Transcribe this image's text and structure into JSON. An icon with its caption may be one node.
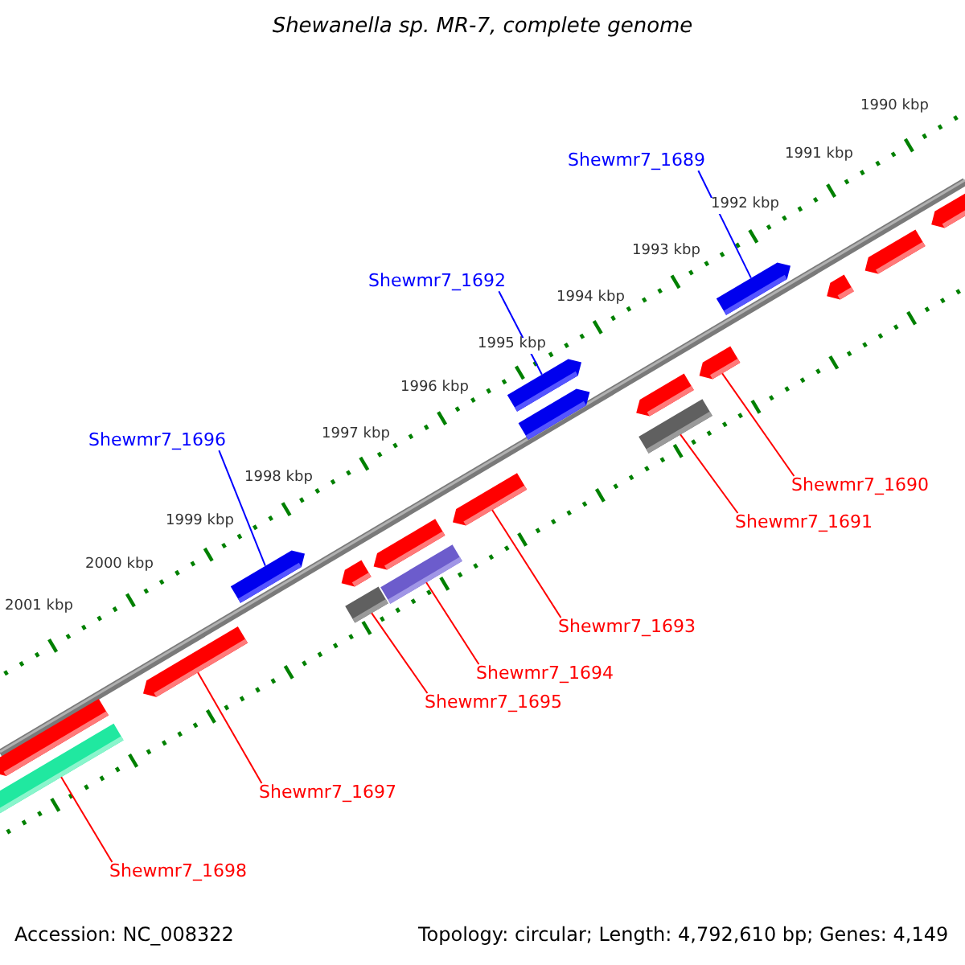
{
  "diagram": {
    "title": "Shewanella sp. MR-7, complete genome",
    "nodes": [
      {
        "text": [
          "Shewmr7_1689"
        ]
      },
      {
        "text": [
          "Shewmr7_1692"
        ]
      },
      {
        "text": [
          "Shewmr7_1696"
        ]
      },
      {
        "text": [
          "Shewmr7_1690"
        ]
      },
      {
        "text": [
          "Shewmr7_1691"
        ]
      },
      {
        "text": [
          "Shewmr7_1693"
        ]
      },
      {
        "text": [
          "Shewmr7_1694"
        ]
      },
      {
        "text": [
          "Shewmr7_1695"
        ]
      },
      {
        "text": [
          "Shewmr7_1697"
        ]
      },
      {
        "text": [
          "Shewmr7_1698"
        ]
      },
      {
        "text": [],
        "shape": "bar"
      },
      {
        "text": [],
        "shape": "bar"
      },
      {
        "text": [],
        "shape": "bar"
      },
      {
        "text": [],
        "shape": "bar"
      },
      {
        "text": [],
        "shape": "bar"
      },
      {
        "text": [],
        "shape": "bar"
      },
      {
        "text": [],
        "shape": "bar"
      },
      {
        "text": [],
        "shape": "bar"
      },
      {
        "text": [],
        "shape": "bar"
      },
      {
        "text": [],
        "shape": "bar"
      },
      {
        "text": [],
        "shape": "bar"
      },
      {
        "text": [],
        "shape": "bar"
      },
      {
        "text": [],
        "shape": "bar"
      },
      {
        "text": [],
        "shape": "bar"
      },
      {
        "text": [],
        "shape": "bar"
      },
      {
        "text": [],
        "shape": "bar"
      },
      {
        "text": [],
        "shape": "bar"
      },
      {
        "text": [],
        "shape": "bar"
      }
    ],
    "edges": [
      {
        "from": 0,
        "to": 24,
        "arrow": "none",
        "color": "#0000ff"
      },
      {
        "from": 1,
        "to": 19,
        "arrow": "none",
        "color": "#0000ff"
      },
      {
        "from": 2,
        "to": 13,
        "arrow": "none",
        "color": "#0000ff"
      },
      {
        "from": 3,
        "to": 23,
        "arrow": "none"
      },
      {
        "from": 4,
        "to": 22,
        "arrow": "none"
      },
      {
        "from": 5,
        "to": 18,
        "arrow": "none"
      },
      {
        "from": 6,
        "to": 17,
        "arrow": "none"
      },
      {
        "from": 7,
        "to": 15,
        "arrow": "none"
      },
      {
        "from": 8,
        "to": 12,
        "arrow": "none"
      },
      {
        "from": 9,
        "to": 11,
        "arrow": "none"
      }
    ],
    "labels": [
      "1990 kbp",
      "1991 kbp",
      "1992 kbp",
      "1993 kbp",
      "1994 kbp",
      "1995 kbp",
      "1996 kbp",
      "1997 kbp",
      "1998 kbp",
      "1999 kbp",
      "2000 kbp",
      "2001 kbp",
      "Accession: NC_008322",
      "Topology: circular; Length: 4,792,610 bp; Genes: 4,149"
    ]
  }
}
